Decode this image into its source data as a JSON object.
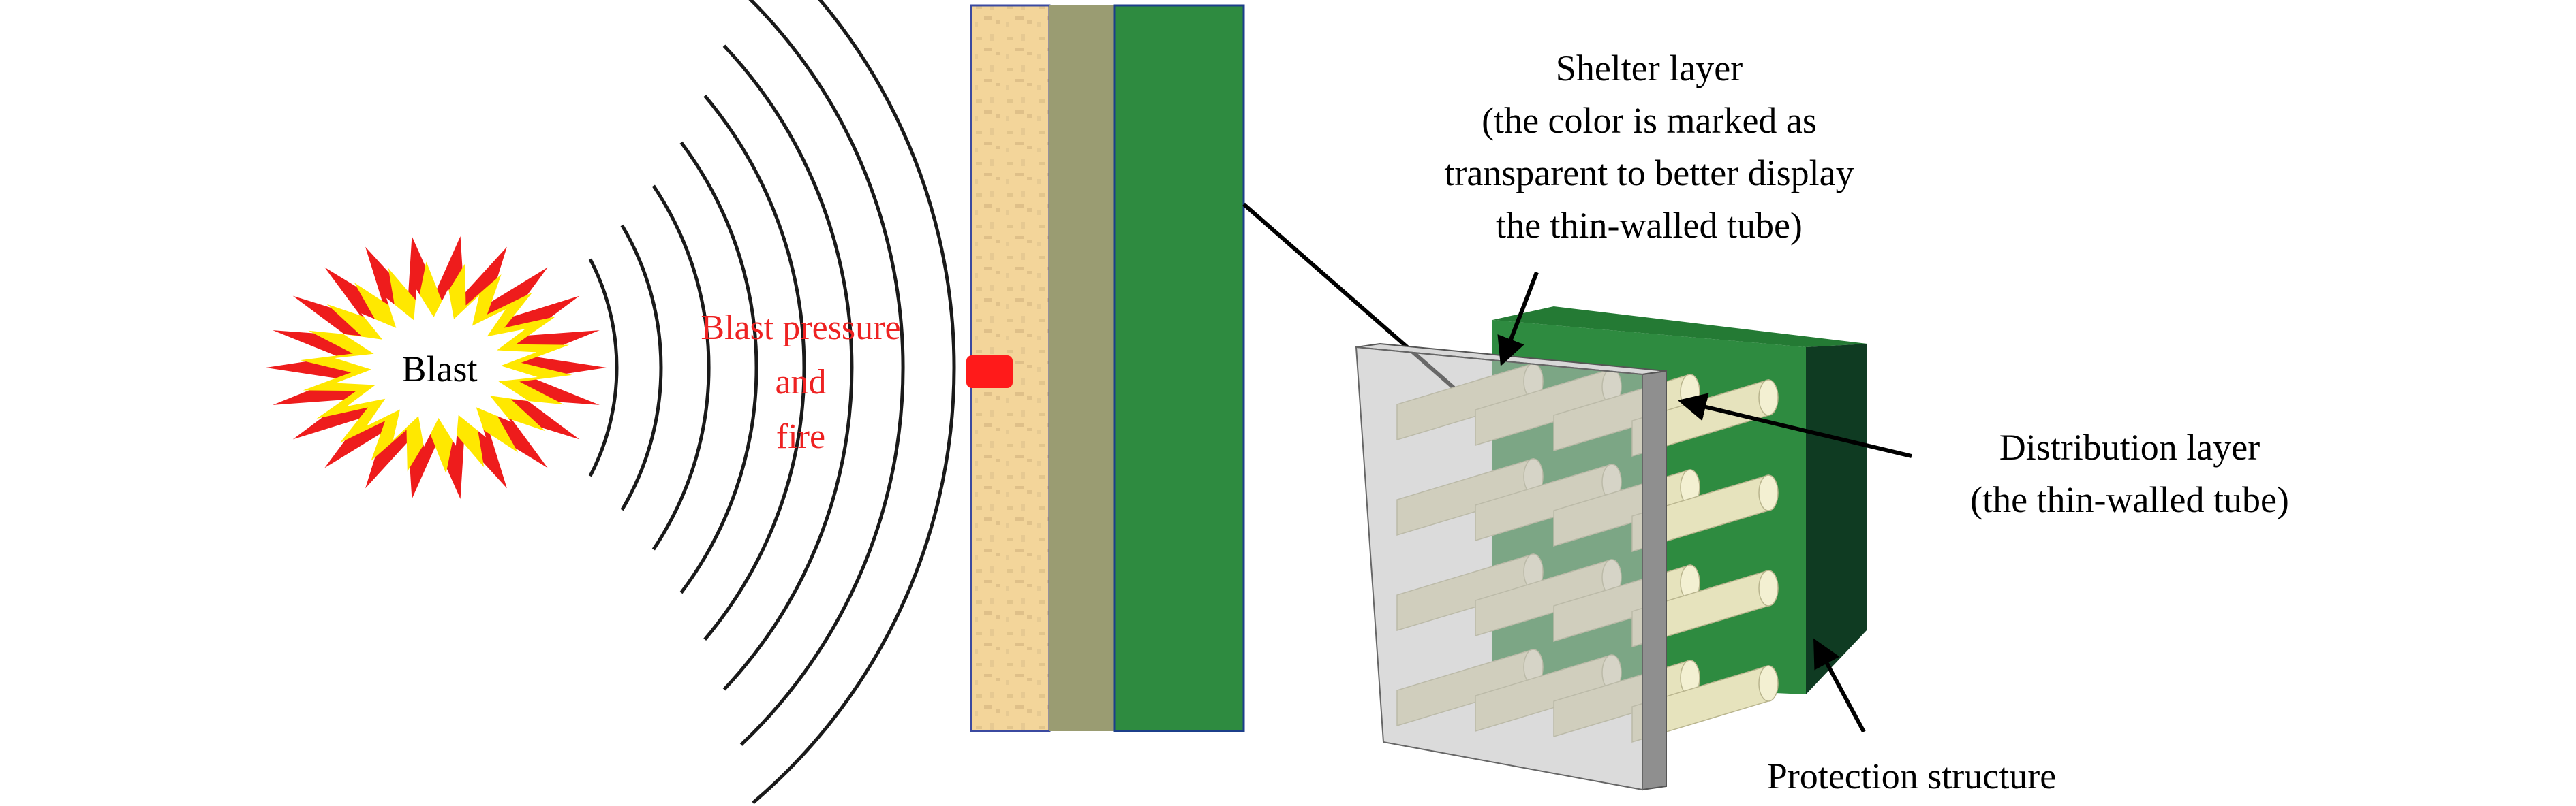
{
  "labels": {
    "blast": "Blast",
    "blast_pressure": [
      "Blast pressure",
      "and",
      "fire"
    ],
    "shelter_layer": [
      "Shelter layer",
      "(the color is marked as",
      "transparent to better display",
      "the thin-walled tube)"
    ],
    "distribution_layer": [
      "Distribution layer",
      "(the thin-walled tube)"
    ],
    "protection_structure": "Protection structure"
  },
  "colors": {
    "blast_outer": "#ee1c1c",
    "blast_middle": "#ffe800",
    "blast_inner": "#ffffff",
    "pressure_text": "#ee2222",
    "shelter_wall": "#f3d59a",
    "middle_wall": "#9a9c72",
    "protection_wall": "#2e8b40",
    "dark_green": "#0f3b22",
    "tube": "#e6e3bd",
    "glass": "#b8b8b8",
    "marker": "#ff1a1a"
  }
}
